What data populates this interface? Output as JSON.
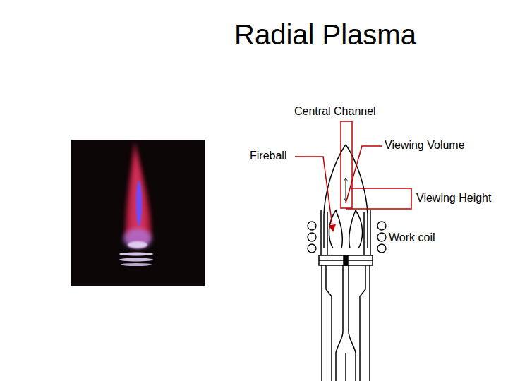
{
  "diagram": {
    "title": "Radial Plasma",
    "labels": [
      "Central Channel",
      "Fireball",
      "Viewing Volume",
      "Viewing Height",
      "Work coil"
    ]
  }
}
